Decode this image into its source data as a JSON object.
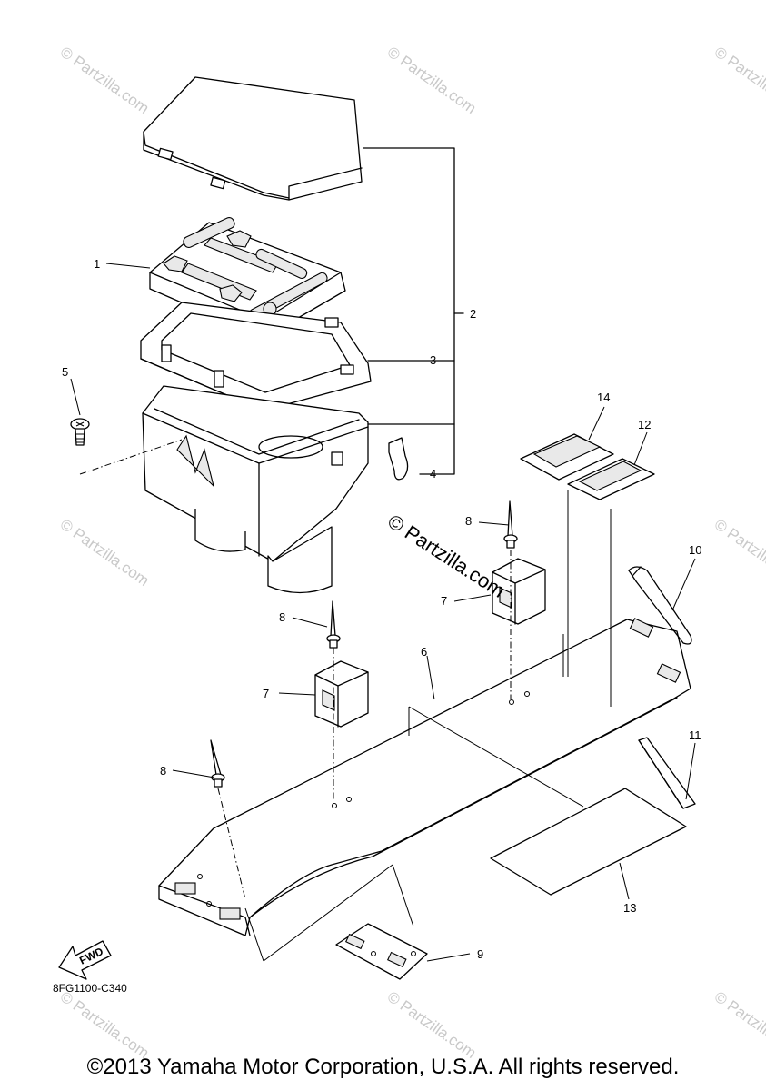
{
  "diagram": {
    "callouts": [
      "1",
      "2",
      "3",
      "4",
      "5",
      "6",
      "7",
      "7",
      "8",
      "8",
      "8",
      "9",
      "10",
      "11",
      "12",
      "13",
      "14"
    ],
    "fwd_label": "FWD",
    "drawing_code": "8FG1100-C340",
    "watermark_main": "© Partzilla.com",
    "watermark_tile": "© Partzilla.com"
  },
  "footer": {
    "copyright": "©2013 Yamaha Motor Corporation, U.S.A. All rights reserved."
  }
}
